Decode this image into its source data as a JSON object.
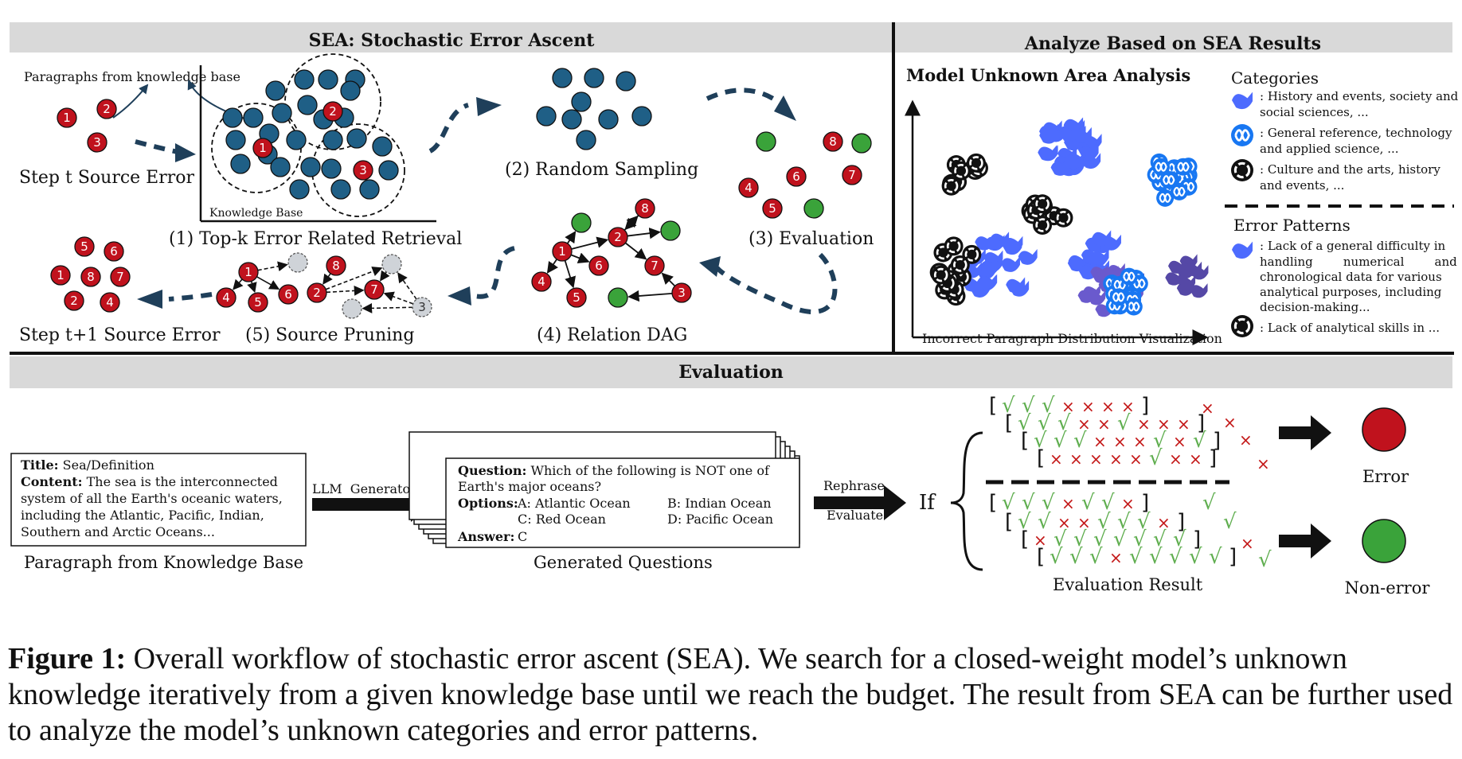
{
  "sections": {
    "sea": "SEA: Stochastic Error Ascent",
    "analyze": "Analyze Based on SEA Results",
    "evaluation": "Evaluation"
  },
  "sea": {
    "paragraphs_kb": "Paragraphs from knowledge base",
    "knowledge_base": "Knowledge Base",
    "step_t": "Step t Source Error",
    "step1": "(1) Top-k Error Related Retrieval",
    "step2": "(2) Random Sampling",
    "step3": "(3) Evaluation",
    "step4": "(4) Relation DAG",
    "step5": "(5) Source Pruning",
    "step_t1": "Step t+1 Source Error"
  },
  "analyze": {
    "title": "Model Unknown Area Analysis",
    "xaxis": "Incorrect Paragraph Distribution Visualization",
    "categories_title": "Categories",
    "cat1_l1": ": History and events, society and",
    "cat1_l2": "social sciences, ...",
    "cat2_l1": ": General reference, technology",
    "cat2_l2": "and applied science, ...",
    "cat3_l1": ": Culture and the arts, history",
    "cat3_l2": "and events, ...",
    "patterns_title": "Error Patterns",
    "pat1_l1": ": Lack of a general difficulty in",
    "pat1_l2": "handling        numerical        and",
    "pat1_l3": "chronological data for various",
    "pat1_l4": "analytical purposes, including",
    "pat1_l5": "decision-making...",
    "pat2_l1": ": Lack of analytical skills in ..."
  },
  "evaluation": {
    "para_title_label": "Title:",
    "para_title": " Sea/Definition",
    "para_content_label": "Content:",
    "para_l1": " The sea is the interconnected",
    "para_l2": "system of all the Earth's oceanic waters,",
    "para_l3": "including the Atlantic, Pacific, Indian,",
    "para_l4": "Southern and Arctic Oceans...",
    "para_caption": "Paragraph from Knowledge Base",
    "llm_generator": "LLM  Generator",
    "q_label": "Question:",
    "q_l1": " Which of the following is NOT one of",
    "q_l2": "Earth's major oceans?",
    "opt_label": "Options:",
    "opt_a": "A: Atlantic Ocean",
    "opt_b": "B: Indian Ocean",
    "opt_c": "C: Red Ocean",
    "opt_d": "D: Pacific Ocean",
    "ans_label": "Answer:",
    "ans": "C",
    "gen_caption": "Generated Questions",
    "rephrase": "Rephrase",
    "evaluate": "Evaluate",
    "if": "If",
    "eval_result": "Evaluation Result",
    "error": "Error",
    "non_error": "Non-error"
  },
  "caption": {
    "label": "Figure 1:",
    "text": " Overall workflow of stochastic error ascent (SEA). We search for a closed-weight model’s unknown knowledge iteratively from a given knowledge base until we reach the budget. The result from SEA can be further used to analyze the model’s unknown categories and error patterns."
  },
  "colors": {
    "blue_node": "#1f5f86",
    "red_node": "#c0121d",
    "green_node": "#3aa33a",
    "gray_node": "#cfd3d8",
    "header_bg": "#d9d9d9",
    "check": "#5fae4f",
    "cross": "#c41a1a"
  }
}
